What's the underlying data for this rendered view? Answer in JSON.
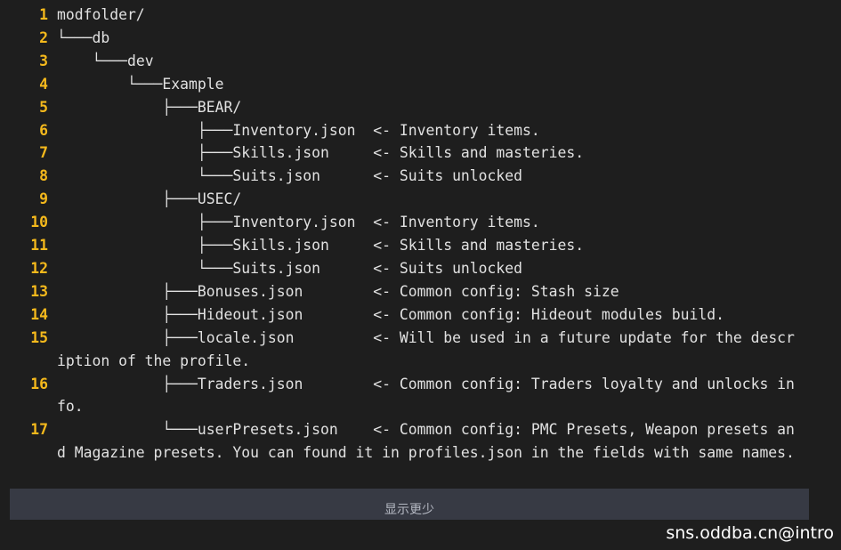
{
  "code": {
    "lines": [
      {
        "num": "1",
        "text": "modfolder/"
      },
      {
        "num": "2",
        "text": "└───db"
      },
      {
        "num": "3",
        "text": "    └───dev"
      },
      {
        "num": "4",
        "text": "        └───Example"
      },
      {
        "num": "5",
        "text": "            ├───BEAR/"
      },
      {
        "num": "6",
        "text": "                ├───Inventory.json  <- Inventory items."
      },
      {
        "num": "7",
        "text": "                ├───Skills.json     <- Skills and masteries."
      },
      {
        "num": "8",
        "text": "                └───Suits.json      <- Suits unlocked"
      },
      {
        "num": "9",
        "text": "            ├───USEC/"
      },
      {
        "num": "10",
        "text": "                ├───Inventory.json  <- Inventory items."
      },
      {
        "num": "11",
        "text": "                ├───Skills.json     <- Skills and masteries."
      },
      {
        "num": "12",
        "text": "                └───Suits.json      <- Suits unlocked"
      },
      {
        "num": "13",
        "text": "            ├───Bonuses.json        <- Common config: Stash size"
      },
      {
        "num": "14",
        "text": "            ├───Hideout.json        <- Common config: Hideout modules build."
      },
      {
        "num": "15",
        "text": "            ├───locale.json         <- Will be used in a future update for the description of the profile."
      },
      {
        "num": "16",
        "text": "            ├───Traders.json        <- Common config: Traders loyalty and unlocks info."
      },
      {
        "num": "17",
        "text": "            └───userPresets.json    <- Common config: PMC Presets, Weapon presets and Magazine presets. You can found it in profiles.json in the fields with same names."
      }
    ]
  },
  "show_less": {
    "label": "显示更少"
  },
  "watermark": {
    "text": "sns.oddba.cn@intro"
  }
}
